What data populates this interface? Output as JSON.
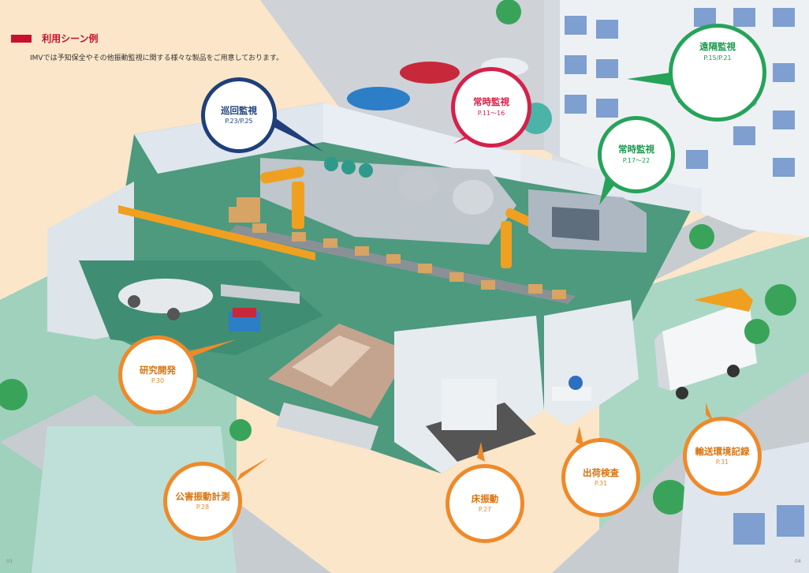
{
  "header": {
    "title": "利用シーン例",
    "subtitle": "IMVでは予知保全やその他振動監視に関する様々な製品をご用意しております。"
  },
  "scenes": {
    "patrol": {
      "label": "巡回監視",
      "page": "P.23/P.25"
    },
    "constant_a": {
      "label": "常時監視",
      "page": "P.11〜16"
    },
    "constant_b": {
      "label": "常時監視",
      "page": "P.17〜22"
    },
    "remote": {
      "label": "遠隔監視",
      "page": "P.15/P.21"
    },
    "rnd": {
      "label": "研究開発",
      "page": "P.30"
    },
    "pollution": {
      "label": "公害振動計測",
      "page": "P.28"
    },
    "floor": {
      "label": "床振動",
      "page": "P.27"
    },
    "shipping": {
      "label": "出荷検査",
      "page": "P.31"
    },
    "transport": {
      "label": "輸送環境記録",
      "page": "P.31"
    }
  },
  "pages": {
    "left": "03",
    "right": "04"
  },
  "colors": {
    "accent": "#c8102e",
    "orange": "#ee8a2a",
    "green": "#26a35a",
    "red": "#d6204a",
    "navy": "#1f3f7a",
    "floor": "#4d9a7f"
  }
}
